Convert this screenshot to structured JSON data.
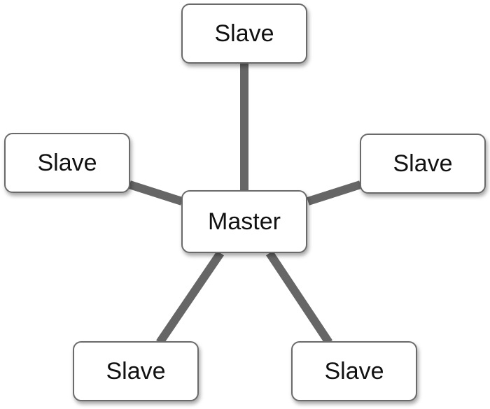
{
  "master": {
    "label": "Master"
  },
  "slaves": [
    {
      "label": "Slave"
    },
    {
      "label": "Slave"
    },
    {
      "label": "Slave"
    },
    {
      "label": "Slave"
    },
    {
      "label": "Slave"
    }
  ],
  "colors": {
    "connector": "#666666",
    "border": "#6a6a6a"
  }
}
